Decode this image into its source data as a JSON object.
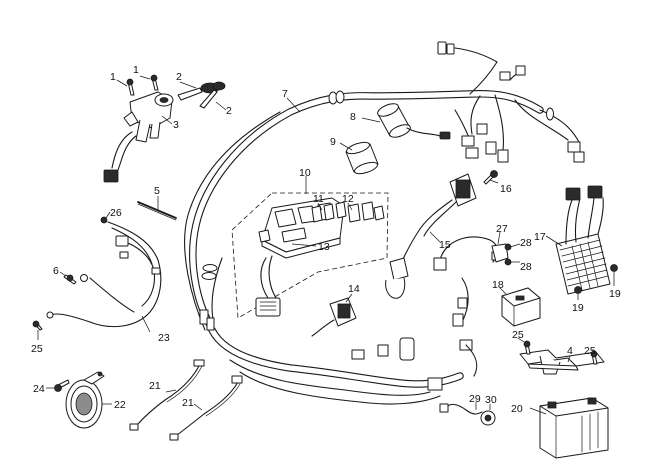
{
  "callouts": [
    {
      "id": "c1a",
      "text": "1"
    },
    {
      "id": "c1b",
      "text": "1"
    },
    {
      "id": "c2a",
      "text": "2"
    },
    {
      "id": "c2b",
      "text": "2"
    },
    {
      "id": "c3",
      "text": "3"
    },
    {
      "id": "c4",
      "text": "4"
    },
    {
      "id": "c5",
      "text": "5"
    },
    {
      "id": "c6",
      "text": "6"
    },
    {
      "id": "c7",
      "text": "7"
    },
    {
      "id": "c8",
      "text": "8"
    },
    {
      "id": "c9",
      "text": "9"
    },
    {
      "id": "c10",
      "text": "10"
    },
    {
      "id": "c11",
      "text": "11"
    },
    {
      "id": "c12",
      "text": "12"
    },
    {
      "id": "c13",
      "text": "13"
    },
    {
      "id": "c14",
      "text": "14"
    },
    {
      "id": "c15",
      "text": "15"
    },
    {
      "id": "c16",
      "text": "16"
    },
    {
      "id": "c17",
      "text": "17"
    },
    {
      "id": "c18",
      "text": "18"
    },
    {
      "id": "c19a",
      "text": "19"
    },
    {
      "id": "c19b",
      "text": "19"
    },
    {
      "id": "c20",
      "text": "20"
    },
    {
      "id": "c21a",
      "text": "21"
    },
    {
      "id": "c21b",
      "text": "21"
    },
    {
      "id": "c22",
      "text": "22"
    },
    {
      "id": "c23",
      "text": "23"
    },
    {
      "id": "c24",
      "text": "24"
    },
    {
      "id": "c25a",
      "text": "25"
    },
    {
      "id": "c25b",
      "text": "25"
    },
    {
      "id": "c25c",
      "text": "25"
    },
    {
      "id": "c26",
      "text": "26"
    },
    {
      "id": "c27",
      "text": "27"
    },
    {
      "id": "c28a",
      "text": "28"
    },
    {
      "id": "c28b",
      "text": "28"
    },
    {
      "id": "c29",
      "text": "29"
    },
    {
      "id": "c30",
      "text": "30"
    }
  ]
}
